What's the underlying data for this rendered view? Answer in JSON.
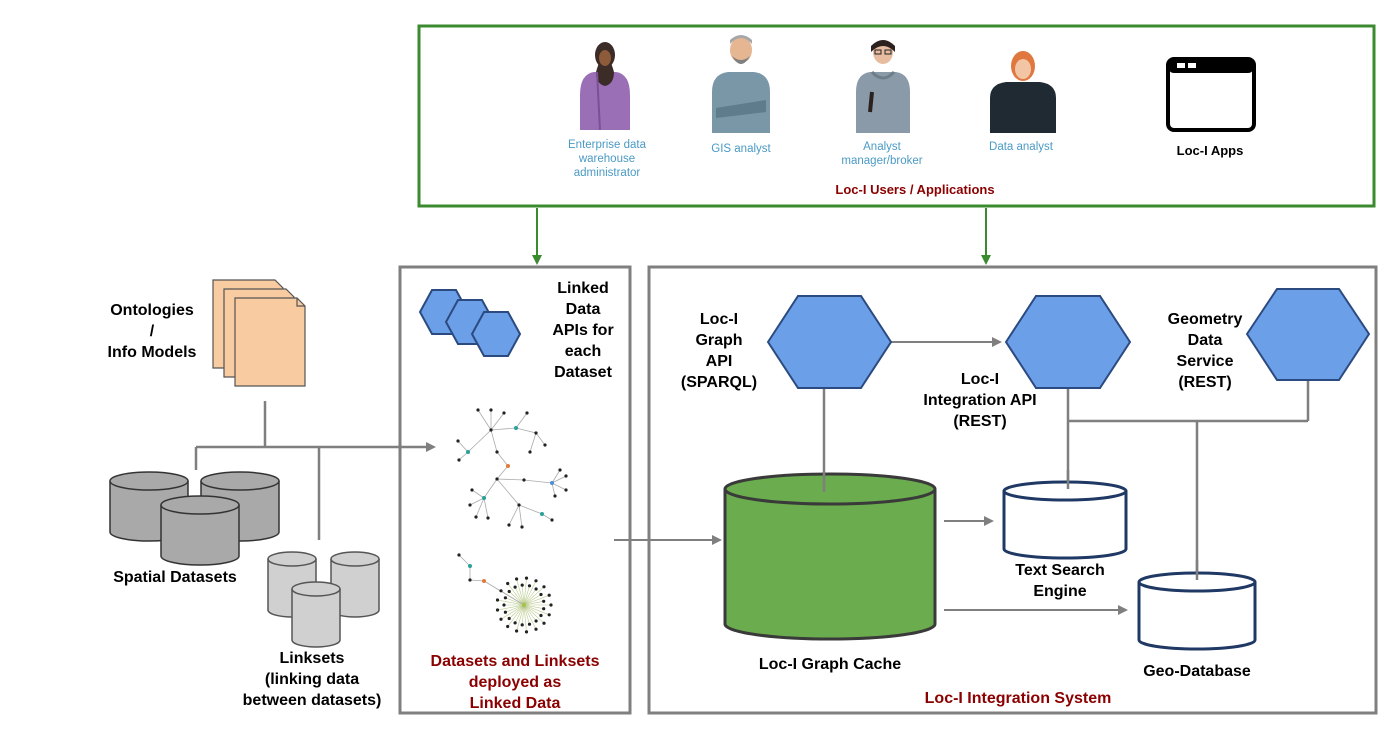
{
  "colors": {
    "green_border": "#3a8a2e",
    "grey_border": "#7f7f7f",
    "hexagon_fill": "#6b9fe8",
    "hexagon_stroke": "#2b4a80",
    "graph_cache_fill": "#6aac4e",
    "db_stroke": "#1f3864",
    "doc_fill": "#f8cba0",
    "dataset_fill": "#a9a9a9",
    "linkset_fill": "#d0d0d0",
    "accent_red": "#8b0000",
    "persona_text": "#4a9ac4"
  },
  "users_panel": {
    "title": "Loc-I Users / Applications",
    "personas": [
      {
        "icon": "woman-hijab-icon",
        "label_lines": [
          "Enterprise data",
          "warehouse",
          "administrator"
        ]
      },
      {
        "icon": "bearded-man-icon",
        "label_lines": [
          "GIS analyst"
        ]
      },
      {
        "icon": "woman-glasses-icon",
        "label_lines": [
          "Analyst",
          "manager/broker"
        ]
      },
      {
        "icon": "woman-icon",
        "label_lines": [
          "Data analyst"
        ]
      }
    ],
    "app": {
      "icon": "app-window-icon",
      "label": "Loc-I Apps"
    }
  },
  "left_sources": {
    "ontologies_lines": [
      "Ontologies",
      "/",
      "Info Models"
    ],
    "spatial_datasets": "Spatial Datasets",
    "linksets_lines": [
      "Linksets",
      "(linking data",
      "between datasets)"
    ]
  },
  "linked_data_panel": {
    "apis_lines": [
      "Linked",
      "Data",
      "APIs for",
      "each",
      "Dataset"
    ],
    "title_lines": [
      "Datasets and Linksets",
      "deployed as",
      "Linked Data"
    ]
  },
  "integration_panel": {
    "title": "Loc-I Integration System",
    "graph_api_lines": [
      "Loc-I",
      "Graph",
      "API",
      "(SPARQL)"
    ],
    "integration_api_lines": [
      "Loc-I",
      "Integration API",
      "(REST)"
    ],
    "geometry_service_lines": [
      "Geometry",
      "Data",
      "Service",
      "(REST)"
    ],
    "graph_cache": "Loc-I Graph Cache",
    "text_search_lines": [
      "Text Search",
      "Engine"
    ],
    "geo_database": "Geo-Database"
  }
}
